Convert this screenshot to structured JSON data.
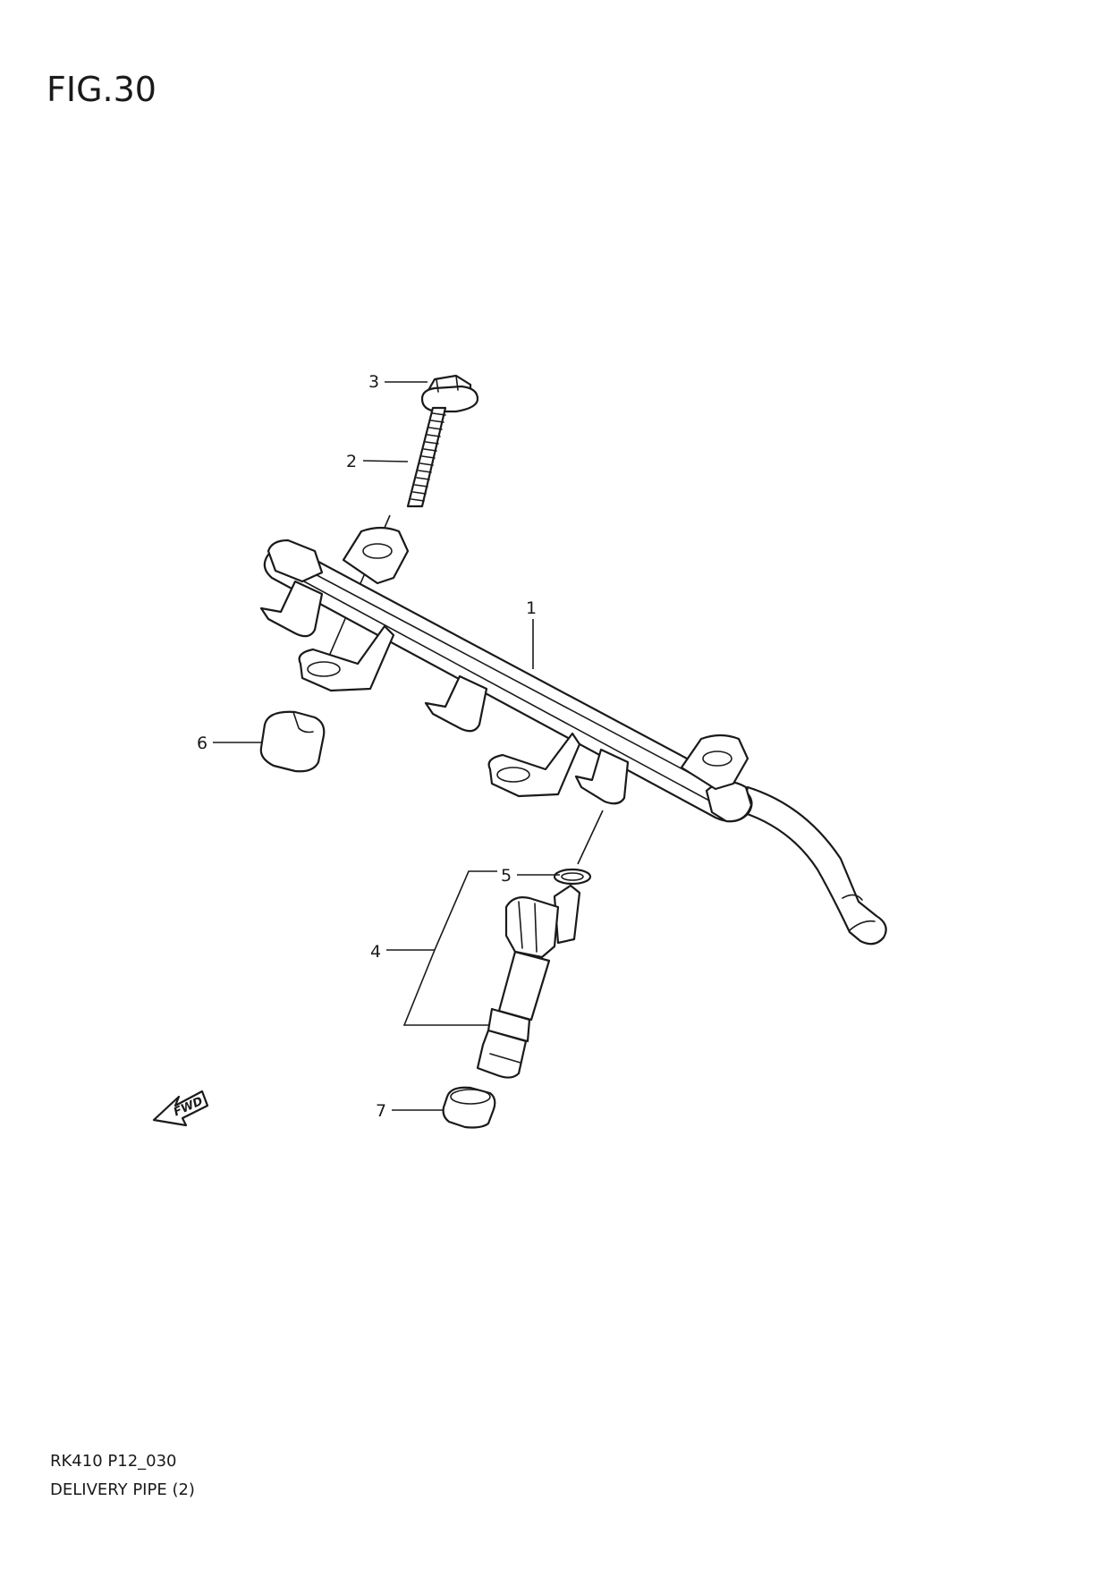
{
  "figure": {
    "title": "FIG.30"
  },
  "callouts": [
    {
      "id": "1",
      "label": "1"
    },
    {
      "id": "2",
      "label": "2"
    },
    {
      "id": "3",
      "label": "3"
    },
    {
      "id": "4",
      "label": "4"
    },
    {
      "id": "5",
      "label": "5"
    },
    {
      "id": "6",
      "label": "6"
    },
    {
      "id": "7",
      "label": "7"
    }
  ],
  "fwd_marker": {
    "label": "FWD"
  },
  "footer": {
    "code": "RK410 P12_030",
    "name": "DELIVERY PIPE (2)"
  }
}
